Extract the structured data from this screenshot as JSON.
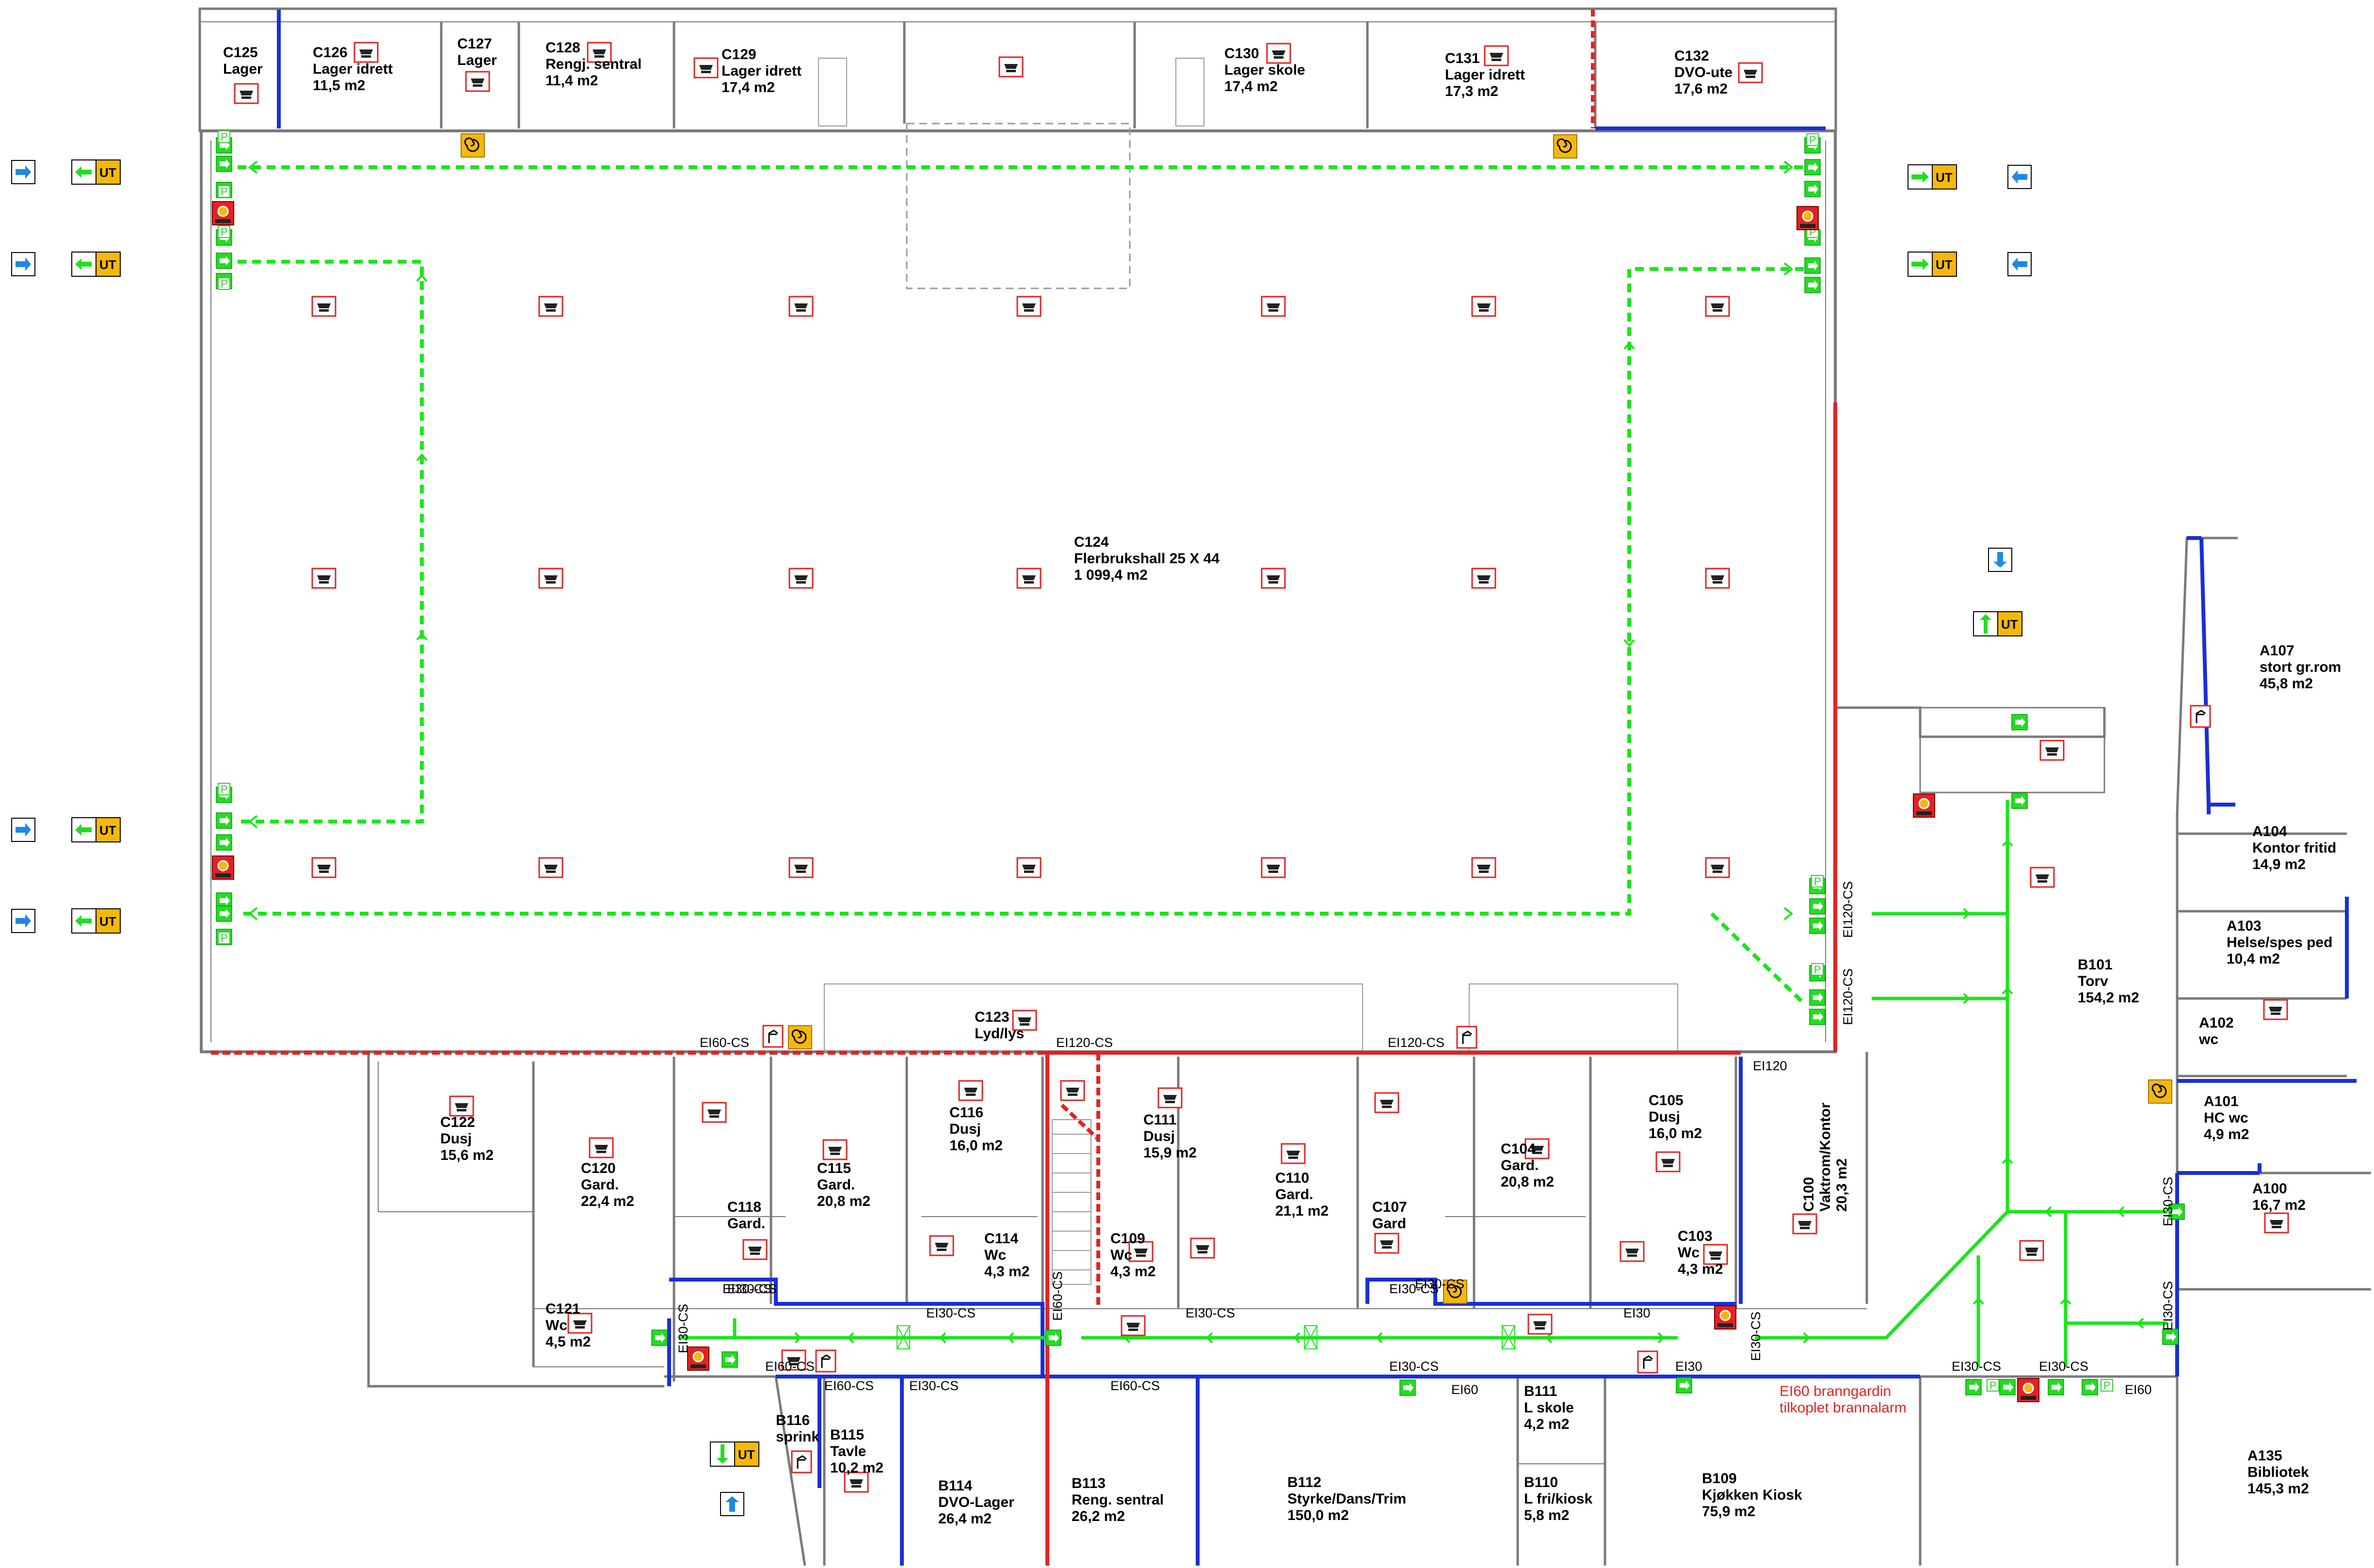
{
  "colors": {
    "wall": "#7a7a7a",
    "escape_route": "#19e619",
    "fire_wall_red": "#e52222",
    "fire_wall_blue": "#1a2fd6",
    "exit_sign_green": "#22dd22",
    "ut_sign": "#f5b80a",
    "detector_frame": "#e52222",
    "assembly_arrow": "#1e88e5"
  },
  "exit_sign_text": "UT",
  "exit_p_text": "P",
  "rooms": [
    {
      "id": "C125",
      "lines": [
        "C125",
        "Lager"
      ]
    },
    {
      "id": "C126",
      "lines": [
        "C126",
        "Lager idrett",
        "11,5 m2"
      ]
    },
    {
      "id": "C127",
      "lines": [
        "C127",
        "Lager"
      ]
    },
    {
      "id": "C128",
      "lines": [
        "C128",
        "Rengj. sentral",
        "11,4 m2"
      ]
    },
    {
      "id": "C129",
      "lines": [
        "C129",
        "Lager idrett",
        "17,4 m2"
      ]
    },
    {
      "id": "C130",
      "lines": [
        "C130",
        "Lager skole",
        "17,4 m2"
      ]
    },
    {
      "id": "C131",
      "lines": [
        "C131",
        "Lager idrett",
        "17,3 m2"
      ]
    },
    {
      "id": "C132",
      "lines": [
        "C132",
        "DVO-ute",
        "17,6 m2"
      ]
    },
    {
      "id": "C124",
      "lines": [
        "C124",
        "Flerbrukshall 25 X 44",
        "1 099,4 m2"
      ]
    },
    {
      "id": "C123",
      "lines": [
        "C123",
        "Lyd/lys"
      ]
    },
    {
      "id": "C122",
      "lines": [
        "C122",
        "Dusj",
        "15,6 m2"
      ]
    },
    {
      "id": "C120",
      "lines": [
        "C120",
        "Gard.",
        "22,4 m2"
      ]
    },
    {
      "id": "C118",
      "lines": [
        "C118",
        "Gard."
      ]
    },
    {
      "id": "C115",
      "lines": [
        "C115",
        "Gard.",
        "20,8 m2"
      ]
    },
    {
      "id": "C116",
      "lines": [
        "C116",
        "Dusj",
        "16,0 m2"
      ]
    },
    {
      "id": "C114",
      "lines": [
        "C114",
        "Wc",
        "4,3 m2"
      ]
    },
    {
      "id": "C111",
      "lines": [
        "C111",
        "Dusj",
        "15,9 m2"
      ]
    },
    {
      "id": "C109",
      "lines": [
        "C109",
        "Wc",
        "4,3 m2"
      ]
    },
    {
      "id": "C110",
      "lines": [
        "C110",
        "Gard.",
        "21,1 m2"
      ]
    },
    {
      "id": "C107",
      "lines": [
        "C107",
        "Gard"
      ]
    },
    {
      "id": "C104",
      "lines": [
        "C104",
        "Gard.",
        "20,8 m2"
      ]
    },
    {
      "id": "C105",
      "lines": [
        "C105",
        "Dusj",
        "16,0 m2"
      ]
    },
    {
      "id": "C103",
      "lines": [
        "C103",
        "Wc",
        "4,3 m2"
      ]
    },
    {
      "id": "C121",
      "lines": [
        "C121",
        "Wc",
        "4,5 m2"
      ]
    },
    {
      "id": "B116",
      "lines": [
        "B116",
        "sprink"
      ]
    },
    {
      "id": "B115",
      "lines": [
        "B115",
        "Tavle",
        "10,2 m2"
      ]
    },
    {
      "id": "B114",
      "lines": [
        "B114",
        "DVO-Lager",
        "26,4 m2"
      ]
    },
    {
      "id": "B113",
      "lines": [
        "B113",
        "Reng. sentral",
        "26,2 m2"
      ]
    },
    {
      "id": "B112",
      "lines": [
        "B112",
        "Styrke/Dans/Trim",
        "150,0 m2"
      ]
    },
    {
      "id": "B111",
      "lines": [
        "B111",
        "L skole",
        "4,2 m2"
      ]
    },
    {
      "id": "B110",
      "lines": [
        "B110",
        "L fri/kiosk",
        "5,8 m2"
      ]
    },
    {
      "id": "B109",
      "lines": [
        "B109",
        "Kjøkken Kiosk",
        "75,9 m2"
      ]
    },
    {
      "id": "B101",
      "lines": [
        "B101",
        "Torv",
        "154,2 m2"
      ]
    },
    {
      "id": "A107",
      "lines": [
        "A107",
        "stort gr.rom",
        "45,8 m2"
      ]
    },
    {
      "id": "A104",
      "lines": [
        "A104",
        "Kontor fritid",
        "14,9 m2"
      ]
    },
    {
      "id": "A103",
      "lines": [
        "A103",
        "Helse/spes ped",
        "10,4 m2"
      ]
    },
    {
      "id": "A102",
      "lines": [
        "A102",
        "wc"
      ]
    },
    {
      "id": "A101",
      "lines": [
        "A101",
        "HC wc",
        "4,9 m2"
      ]
    },
    {
      "id": "A100",
      "lines": [
        "A100",
        "16,7 m2"
      ]
    },
    {
      "id": "A135",
      "lines": [
        "A135",
        "Bibliotek",
        "145,3 m2"
      ]
    }
  ],
  "c100": {
    "lines": [
      "C100",
      "Vaktrom/Kontor",
      "20,3 m2"
    ]
  },
  "fire_doors": [
    {
      "id": "d1",
      "text": "EI60-CS"
    },
    {
      "id": "d2",
      "text": "EI120-CS"
    },
    {
      "id": "d3",
      "text": "EI120-CS"
    },
    {
      "id": "d4",
      "text": "EI120"
    },
    {
      "id": "d5",
      "text": "EI30-CS"
    },
    {
      "id": "d6",
      "text": "EI30-CS"
    },
    {
      "id": "d7",
      "text": "EI30-CS"
    },
    {
      "id": "d8",
      "text": "EI60-CS"
    },
    {
      "id": "d9",
      "text": "EI30-CS"
    },
    {
      "id": "d10",
      "text": "EI30-CS"
    },
    {
      "id": "d11",
      "text": "EI30"
    },
    {
      "id": "d12",
      "text": "EI60-CS"
    },
    {
      "id": "d13",
      "text": "EI60-CS"
    },
    {
      "id": "d14",
      "text": "EI30-CS"
    },
    {
      "id": "d15",
      "text": "EI60-CS"
    },
    {
      "id": "d16",
      "text": "EI30-CS"
    },
    {
      "id": "d17",
      "text": "EI60"
    },
    {
      "id": "d18",
      "text": "EI30"
    },
    {
      "id": "d19",
      "text": "EI30-CS"
    },
    {
      "id": "d20",
      "text": "EI30-CS"
    },
    {
      "id": "d21",
      "text": "EI60"
    },
    {
      "id": "d22",
      "text": "EI30-CS"
    },
    {
      "id": "d23",
      "text": "EI30-CS"
    },
    {
      "id": "d24",
      "text": "EI120-CS"
    },
    {
      "id": "d25",
      "text": "EI120-CS"
    },
    {
      "id": "d26",
      "text": "EI30-CS"
    },
    {
      "id": "d27",
      "text": "EI30-CS"
    },
    {
      "id": "d28",
      "text": "EI30-CS"
    }
  ],
  "notes": {
    "branngardin_1": "EI60 branngardin",
    "branngardin_2": "tilkoplet brannalarm"
  }
}
